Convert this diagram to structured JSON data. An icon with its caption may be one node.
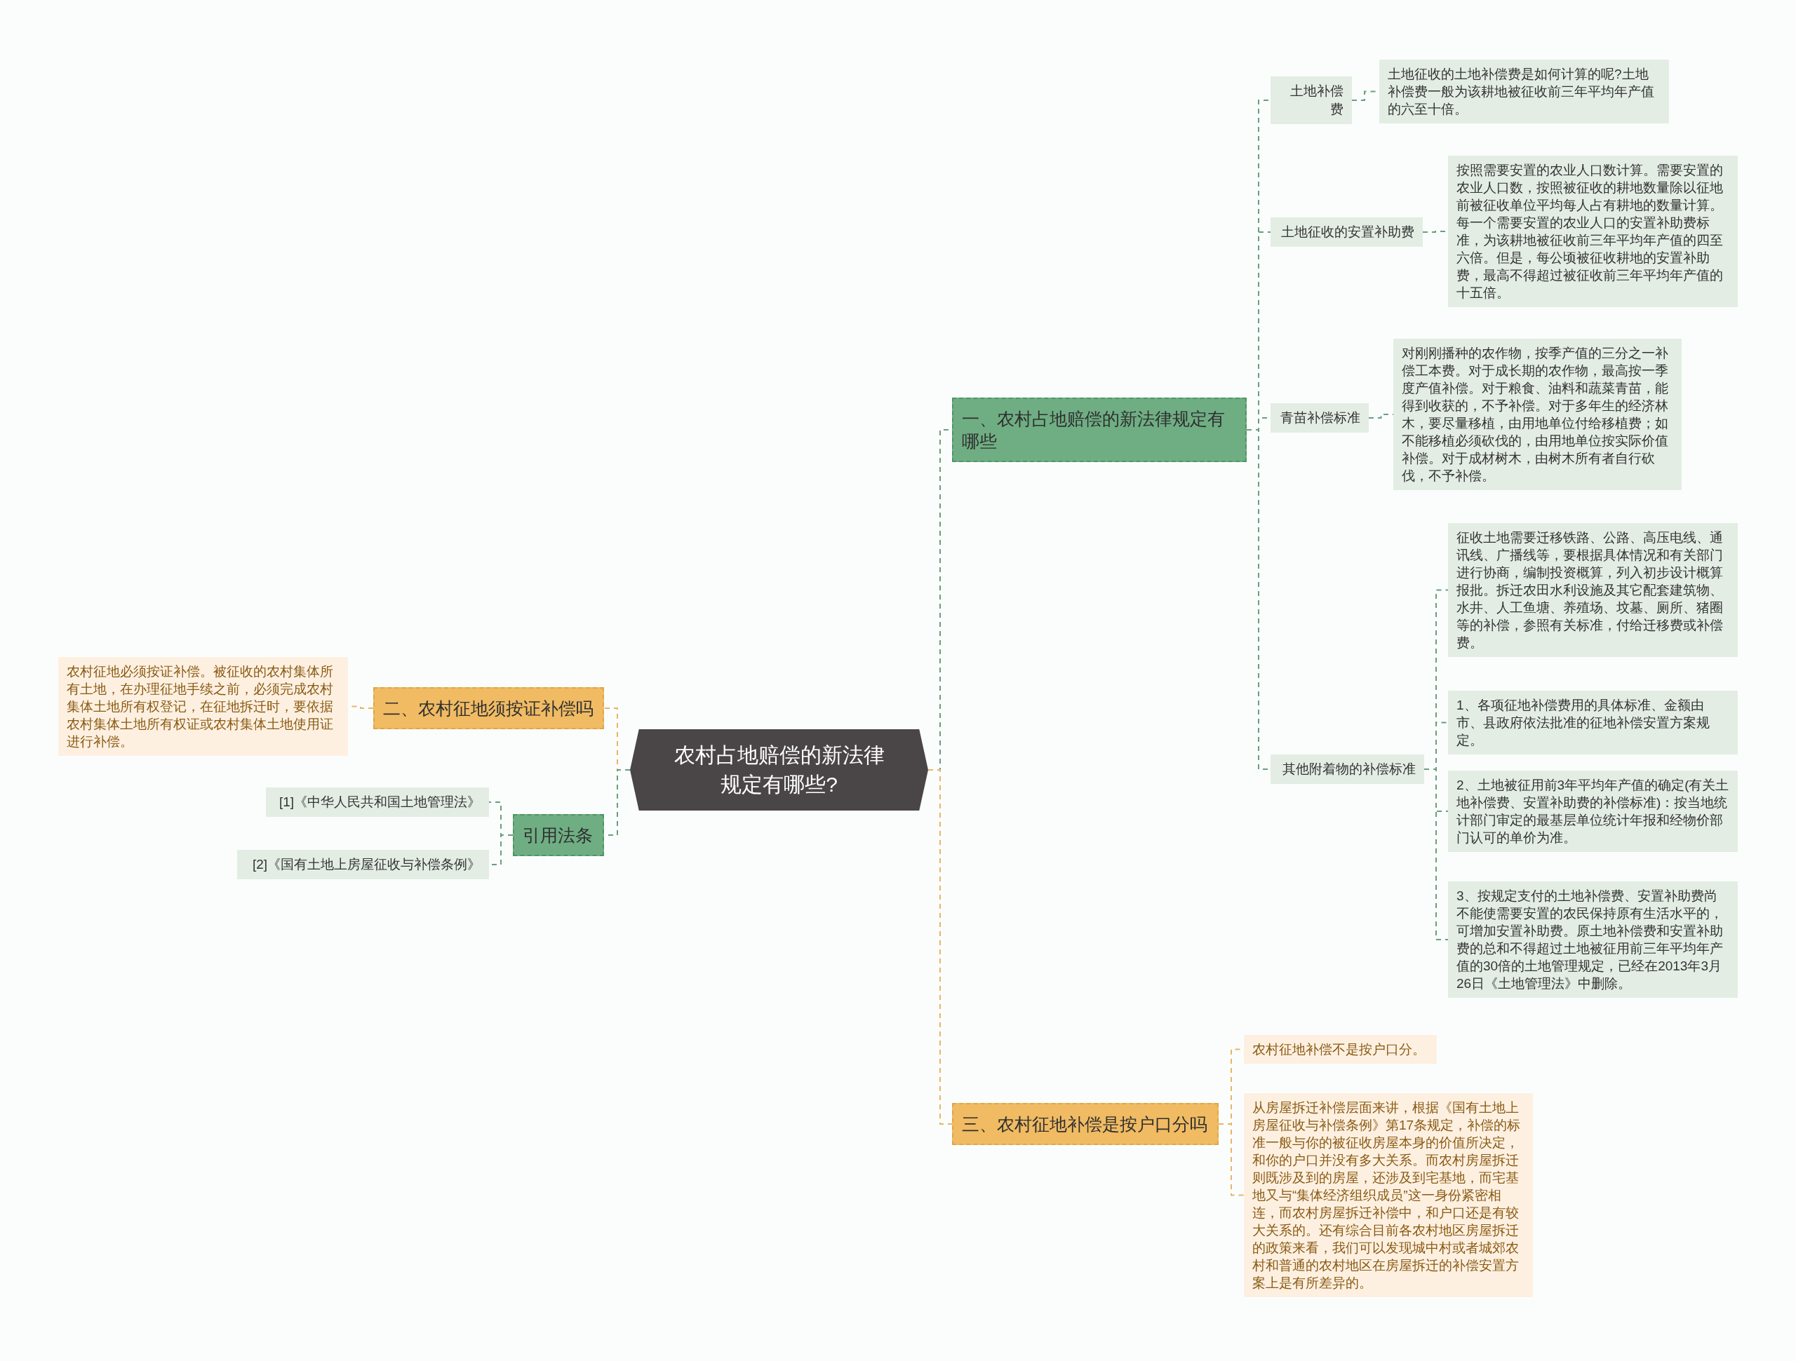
{
  "diagram": {
    "nodes": [
      {
        "text": [
          "农村占地赔偿的新法律规定有哪些?"
        ]
      },
      {
        "text": [
          "一、农村占地赔偿的新法律规定有哪些"
        ]
      },
      {
        "text": [
          "土地补偿费"
        ]
      },
      {
        "text": [
          "土地征收的土地补偿费是如何计算的呢?土地补偿费一般为该耕地被征收前三年平均年产值的六至十倍。"
        ]
      },
      {
        "text": [
          "土地征收的安置补助费"
        ]
      },
      {
        "text": [
          "按照需要安置的农业人口数计算。需要安置的农业人口数，按照被征收的耕地数量除以征地前被征收单位平均每人占有耕地的数量计算。每一个需要安置的农业人口的安置补助费标准，为该耕地被征收前三年平均年产值的四至六倍。但是，每公顷被征收耕地的安置补助费，最高不得超过被征收前三年平均年产值的十五倍。"
        ]
      },
      {
        "text": [
          "青苗补偿标准"
        ]
      },
      {
        "text": [
          "对刚刚播种的农作物，按季产值的三分之一补偿工本费。对于成长期的农作物，最高按一季度产值补偿。对于粮食、油料和蔬菜青苗，能得到收获的，不予补偿。对于多年生的经济林木，要尽量移植，由用地单位付给移植费；如不能移植必须砍伐的，由用地单位按实际价值补偿。对于成材树木，由树木所有者自行砍伐，不予补偿。"
        ]
      },
      {
        "text": [
          "其他附着物的补偿标准"
        ]
      },
      {
        "text": [
          "征收土地需要迁移铁路、公路、高压电线、通讯线、广播线等，要根据具体情况和有关部门进行协商，编制投资概算，列入初步设计概算报批。拆迁农田水利设施及其它配套建筑物、水井、人工鱼塘、养殖场、坟墓、厕所、猪圈等的补偿，参照有关标准，付给迁移费或补偿费。"
        ]
      },
      {
        "text": [
          "1、各项征地补偿费用的具体标准、金额由市、县政府依法批准的征地补偿安置方案规定。"
        ]
      },
      {
        "text": [
          "2、土地被征用前3年平均年产值的确定(有关土地补偿费、安置补助费的补偿标准)：按当地统计部门审定的最基层单位统计年报和经物价部门认可的单价为准。"
        ]
      },
      {
        "text": [
          "3、按规定支付的土地补偿费、安置补助费尚不能使需要安置的农民保持原有生活水平的，可增加安置补助费。原土地补偿费和安置补助费的总和不得超过土地被征用前三年平均年产值的30倍的土地管理规定，已经在2013年3月26日《土地管理法》中删除。"
        ]
      },
      {
        "text": [
          "三、农村征地补偿是按户口分吗"
        ]
      },
      {
        "text": [
          "农村征地补偿不是按户口分。"
        ]
      },
      {
        "text": [
          "从房屋拆迁补偿层面来讲，根据《国有土地上房屋征收与补偿条例》第17条规定，补偿的标准一般与你的被征收房屋本身的价值所决定，和你的户口并没有多大关系。而农村房屋拆迁则既涉及到的房屋，还涉及到宅基地，而宅基地又与“集体经济组织成员”这一身份紧密相连，而农村房屋拆迁补偿中，和户口还是有较大关系的。还有综合目前各农村地区房屋拆迁的政策来看，我们可以发现城中村或者城郊农村和普通的农村地区在房屋拆迁的补偿安置方案上是有所差异的。"
        ]
      },
      {
        "text": [
          "二、农村征地须按证补偿吗"
        ]
      },
      {
        "text": [
          "农村征地必须按证补偿。被征收的农村集体所有土地，在办理征地手续之前，必须完成农村集体土地所有权登记，在征地拆迁时，要依据农村集体土地所有权证或农村集体土地使用证进行补偿。"
        ]
      },
      {
        "text": [
          "引用法条"
        ]
      },
      {
        "text": [
          "[1]《中华人民共和国土地管理法》"
        ]
      },
      {
        "text": [
          "[2]《国有土地上房屋征收与补偿条例》"
        ]
      }
    ],
    "edges": [
      {
        "from": 0,
        "to": 1,
        "arrow": "none",
        "style": "dashed"
      },
      {
        "from": 1,
        "to": 2,
        "arrow": "none",
        "style": "dashed"
      },
      {
        "from": 2,
        "to": 3,
        "arrow": "none",
        "style": "dashed"
      },
      {
        "from": 1,
        "to": 4,
        "arrow": "none",
        "style": "dashed"
      },
      {
        "from": 4,
        "to": 5,
        "arrow": "none",
        "style": "dashed"
      },
      {
        "from": 1,
        "to": 6,
        "arrow": "none",
        "style": "dashed"
      },
      {
        "from": 6,
        "to": 7,
        "arrow": "none",
        "style": "dashed"
      },
      {
        "from": 1,
        "to": 8,
        "arrow": "none",
        "style": "dashed"
      },
      {
        "from": 8,
        "to": 9,
        "arrow": "none",
        "style": "dashed"
      },
      {
        "from": 8,
        "to": 10,
        "arrow": "none",
        "style": "dashed"
      },
      {
        "from": 8,
        "to": 11,
        "arrow": "none",
        "style": "dashed"
      },
      {
        "from": 8,
        "to": 12,
        "arrow": "none",
        "style": "dashed"
      },
      {
        "from": 0,
        "to": 13,
        "arrow": "none",
        "style": "dashed",
        "color": "#e8b565"
      },
      {
        "from": 13,
        "to": 14,
        "arrow": "none",
        "style": "dashed",
        "color": "#e8b565"
      },
      {
        "from": 13,
        "to": 15,
        "arrow": "none",
        "style": "dashed",
        "color": "#e8b565"
      },
      {
        "from": 0,
        "to": 16,
        "arrow": "none",
        "style": "dashed",
        "color": "#e8b565"
      },
      {
        "from": 16,
        "to": 17,
        "arrow": "none",
        "style": "dashed",
        "color": "#e8b565"
      },
      {
        "from": 0,
        "to": 18,
        "arrow": "none",
        "style": "dashed"
      },
      {
        "from": 18,
        "to": 19,
        "arrow": "none",
        "style": "dashed"
      },
      {
        "from": 18,
        "to": 20,
        "arrow": "none",
        "style": "dashed"
      }
    ]
  }
}
